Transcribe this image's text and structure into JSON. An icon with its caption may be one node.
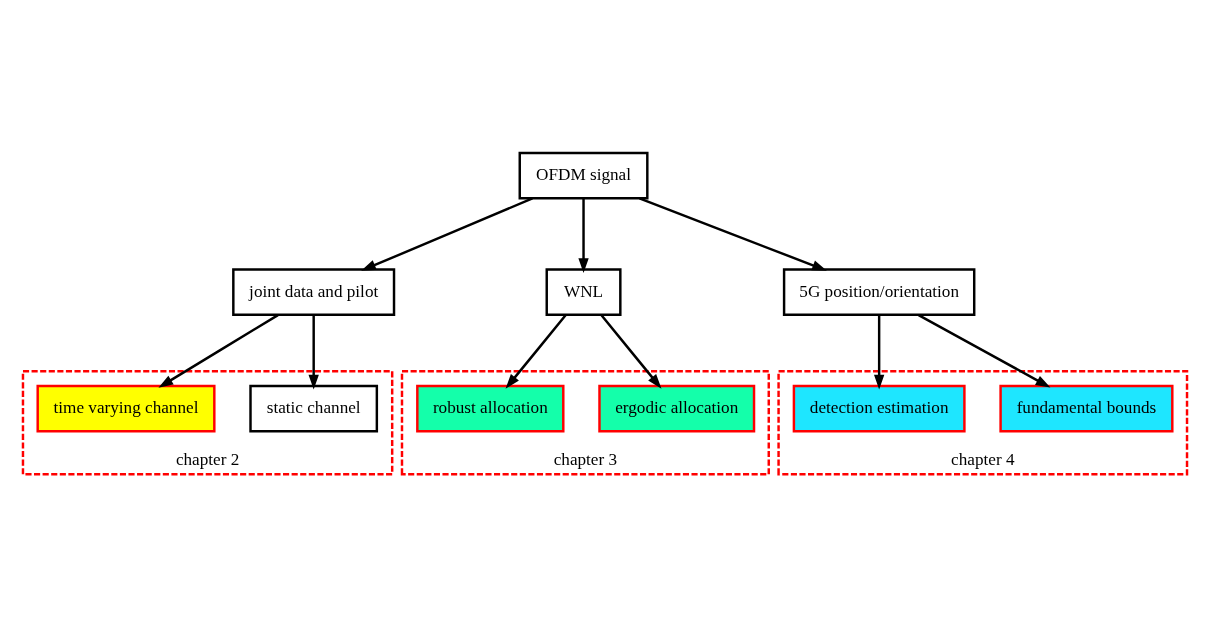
{
  "diagram": {
    "nodes": [
      {
        "text": [
          "OFDM signal"
        ]
      },
      {
        "text": [
          "joint data and pilot"
        ]
      },
      {
        "text": [
          "WNL"
        ]
      },
      {
        "text": [
          "5G position/orientation"
        ]
      },
      {
        "text": [
          "chapter 2"
        ]
      },
      {
        "text": [
          "static channel"
        ],
        "in": 4
      },
      {
        "text": [
          "time varying channel"
        ],
        "in": 4
      },
      {
        "text": [
          "chapter 3"
        ]
      },
      {
        "text": [
          "ergodic allocation"
        ],
        "in": 7
      },
      {
        "text": [
          "robust allocation"
        ],
        "in": 7
      },
      {
        "text": [
          "chapter 4"
        ]
      },
      {
        "text": [
          "fundamental bounds"
        ],
        "in": 10
      },
      {
        "text": [
          "detection estimation"
        ],
        "in": 10
      }
    ],
    "edges": [
      {
        "from": 0,
        "to": 1,
        "arrow": "to"
      },
      {
        "from": 0,
        "to": 2,
        "arrow": "to"
      },
      {
        "from": 0,
        "to": 3,
        "arrow": "to"
      },
      {
        "from": 1,
        "to": 5,
        "arrow": "to"
      },
      {
        "from": 1,
        "to": 6,
        "arrow": "to"
      },
      {
        "from": 2,
        "to": 8,
        "arrow": "to"
      },
      {
        "from": 2,
        "to": 9,
        "arrow": "to"
      },
      {
        "from": 3,
        "to": 11,
        "arrow": "to"
      },
      {
        "from": 3,
        "to": 12,
        "arrow": "to"
      }
    ]
  }
}
